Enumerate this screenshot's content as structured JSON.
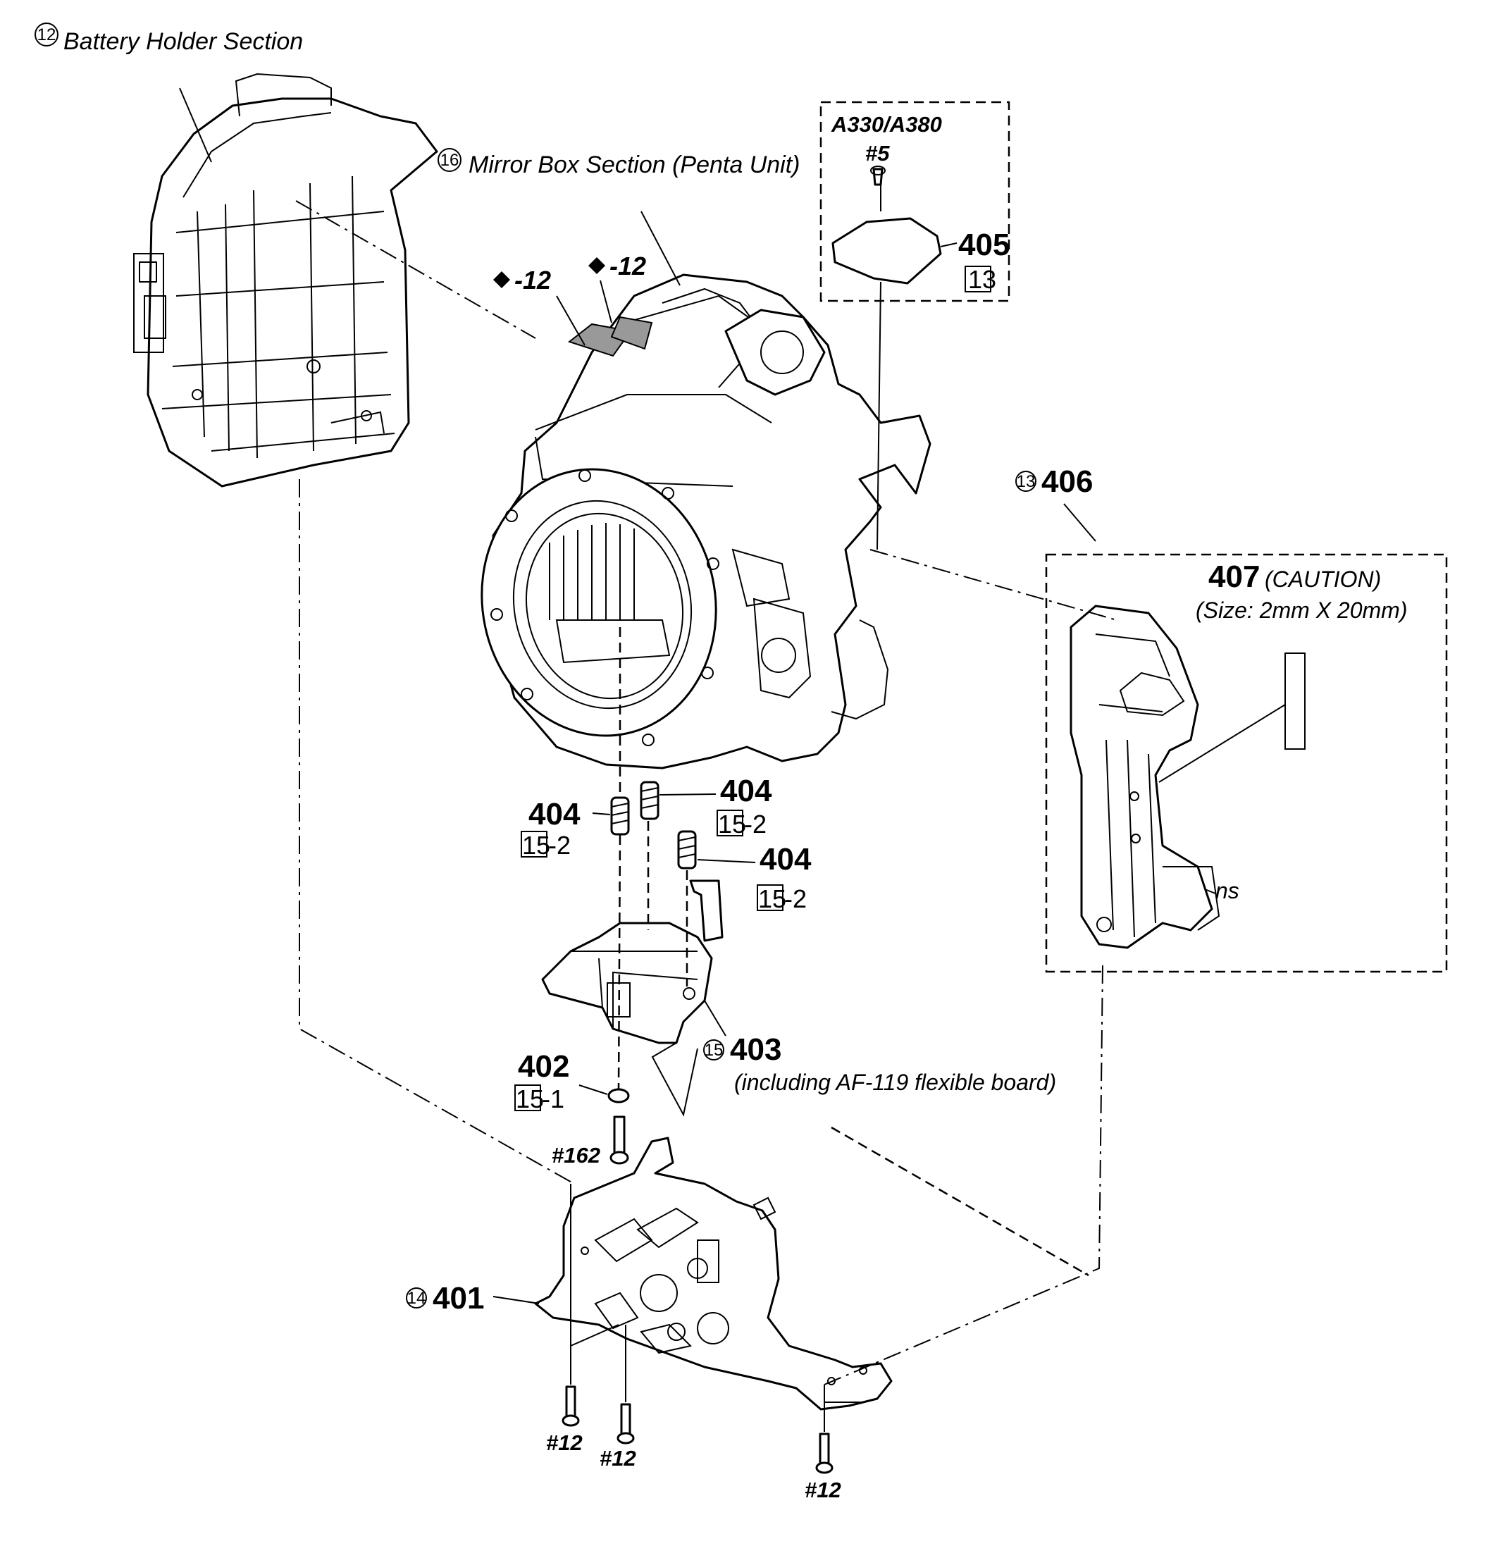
{
  "sections": {
    "battery": {
      "num": "12",
      "label": "Battery Holder Section"
    },
    "mirror": {
      "num": "16",
      "label": "Mirror Box Section (Penta Unit)"
    }
  },
  "variant_box": {
    "model": "A330/A380",
    "screw": "#5",
    "part": "405",
    "ref": "13"
  },
  "parts": {
    "p406": {
      "num": "13",
      "code": "406"
    },
    "p407": {
      "code": "407",
      "note": "(CAUTION)",
      "size": "(Size: 2mm X 20mm)",
      "tag": "ns"
    },
    "p403": {
      "num": "15",
      "code": "403",
      "desc": "(including AF-119 flexible board)"
    },
    "p401": {
      "num": "14",
      "code": "401"
    },
    "p402": {
      "code": "402",
      "ref_box": "15",
      "ref_suffix": "-1"
    },
    "p404a": {
      "code": "404",
      "ref_box": "15",
      "ref_suffix": "-2"
    },
    "p404b": {
      "code": "404",
      "ref_box": "15",
      "ref_suffix": "-2"
    },
    "p404c": {
      "code": "404",
      "ref_box": "15",
      "ref_suffix": "-2"
    }
  },
  "markers": {
    "m1": "-12",
    "m2": "-12"
  },
  "screws": {
    "s162": "#162",
    "s12a": "#12",
    "s12b": "#12",
    "s12c": "#12"
  }
}
